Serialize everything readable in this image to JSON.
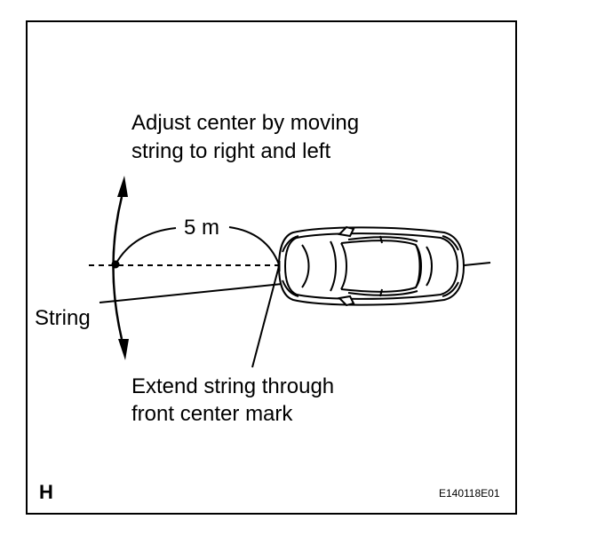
{
  "labels": {
    "adjust_line1": "Adjust center by moving",
    "adjust_line2": "string to right and left",
    "distance": "5 m",
    "string": "String",
    "extend_line1": "Extend string through",
    "extend_line2": "front center mark",
    "view_letter": "H",
    "figure_code": "E140118E01"
  },
  "colors": {
    "ink": "#000000",
    "paper": "#ffffff"
  },
  "icons": {
    "vehicle": "car-top-view-icon",
    "adjust_arrows": "double-headed-curved-arrow-icon"
  }
}
